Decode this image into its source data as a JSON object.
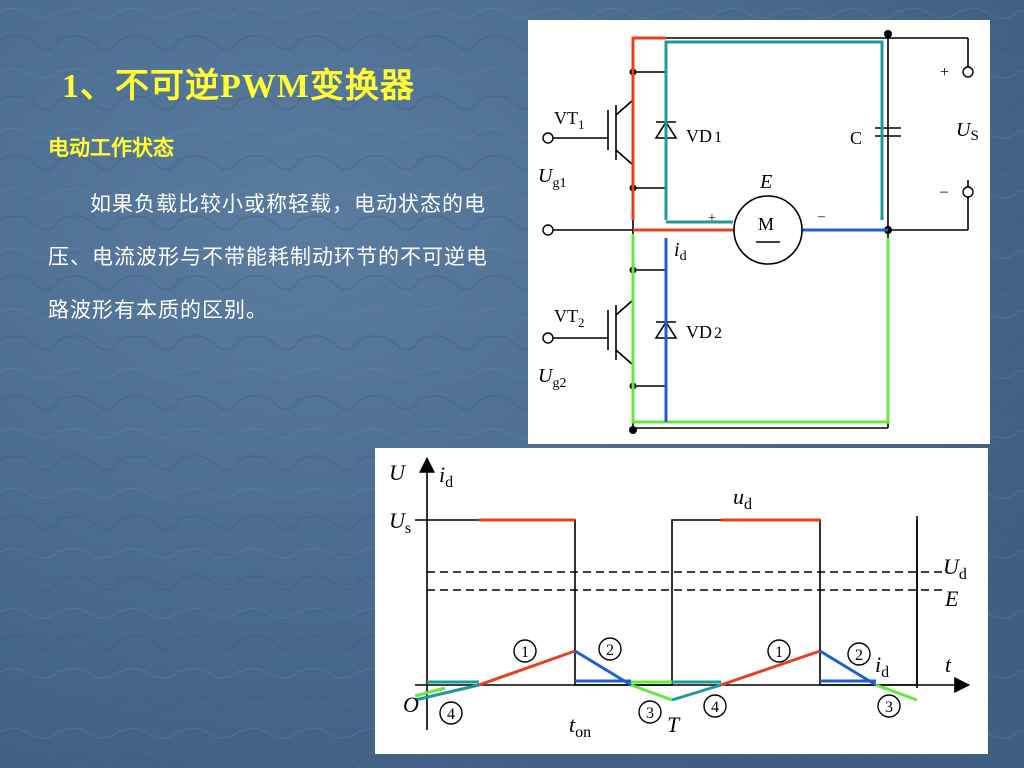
{
  "slide": {
    "title": "1、不可逆PWM变换器",
    "subtitle": "电动工作状态",
    "body_text": "如果负载比较小或称轻载，电动状态的电压、电流波形与不带能耗制动环节的不可逆电路波形有本质的区别。"
  },
  "circuit": {
    "vt1": {
      "main": "VT",
      "sub": "1"
    },
    "vt2": {
      "main": "VT",
      "sub": "2"
    },
    "vd1": {
      "main": "VD",
      "sub": "1"
    },
    "vd2": {
      "main": "VD",
      "sub": "2"
    },
    "ug1": {
      "main": "U",
      "sub": "g1"
    },
    "ug2": {
      "main": "U",
      "sub": "g2"
    },
    "capacitor": "C",
    "source": {
      "main": "U",
      "sub": "S"
    },
    "emf": "E",
    "motor": "M",
    "current": {
      "main": "i",
      "sub": "d"
    },
    "plus": "+",
    "minus": "–",
    "colors": {
      "red": "#e8401c",
      "teal": "#1f9a9a",
      "blue": "#1f5fd6",
      "green": "#66e840"
    }
  },
  "waveform": {
    "y_axis_u": "U",
    "y_axis_i": {
      "main": "i",
      "sub": "d"
    },
    "x_axis": "t",
    "us": {
      "main": "U",
      "sub": "s"
    },
    "ud_wave": {
      "main": "u",
      "sub": "d"
    },
    "ud_avg": {
      "main": "U",
      "sub": "d"
    },
    "e_level": "E",
    "origin": "O",
    "ton": {
      "main": "t",
      "sub": "on"
    },
    "period": "T",
    "id_curve": {
      "main": "i",
      "sub": "d"
    },
    "markers": [
      "1",
      "2",
      "3",
      "4"
    ]
  }
}
